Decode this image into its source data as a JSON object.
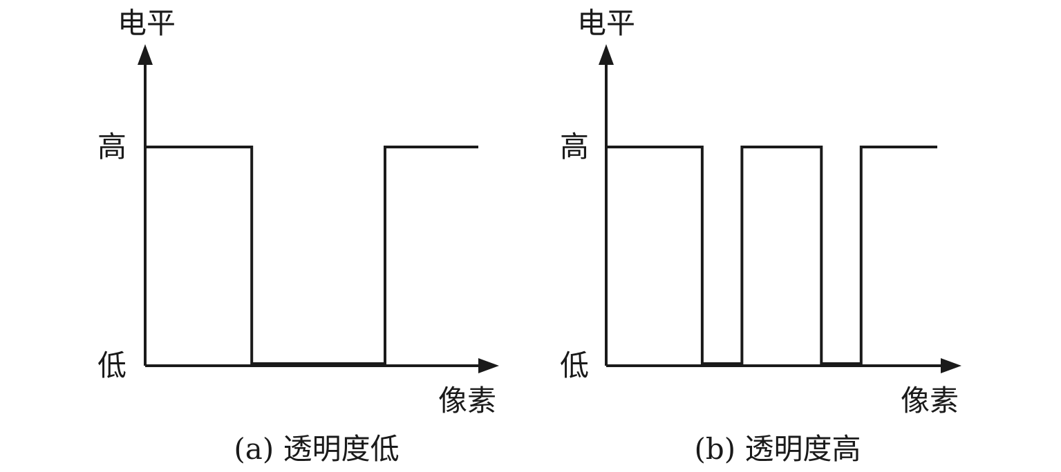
{
  "chart_data": [
    {
      "type": "line",
      "step": true,
      "title": "",
      "caption": "(a) 透明度低",
      "xlabel": "像素",
      "ylabel": "电平",
      "y_tick_labels": [
        "低",
        "高"
      ],
      "ylim": [
        0,
        1
      ],
      "xlim": [
        0,
        100
      ],
      "grid": false,
      "series": [
        {
          "x": [
            0,
            32,
            32,
            72,
            72,
            100
          ],
          "y": [
            1,
            1,
            0,
            0,
            1,
            1
          ]
        }
      ]
    },
    {
      "type": "line",
      "step": true,
      "title": "",
      "caption": "(b) 透明度高",
      "xlabel": "像素",
      "ylabel": "电平",
      "y_tick_labels": [
        "低",
        "高"
      ],
      "ylim": [
        0,
        1
      ],
      "xlim": [
        0,
        100
      ],
      "grid": false,
      "series": [
        {
          "x": [
            0,
            29,
            29,
            41,
            41,
            65,
            65,
            77,
            77,
            100
          ],
          "y": [
            1,
            1,
            0,
            0,
            1,
            1,
            0,
            0,
            1,
            1
          ]
        }
      ]
    }
  ]
}
